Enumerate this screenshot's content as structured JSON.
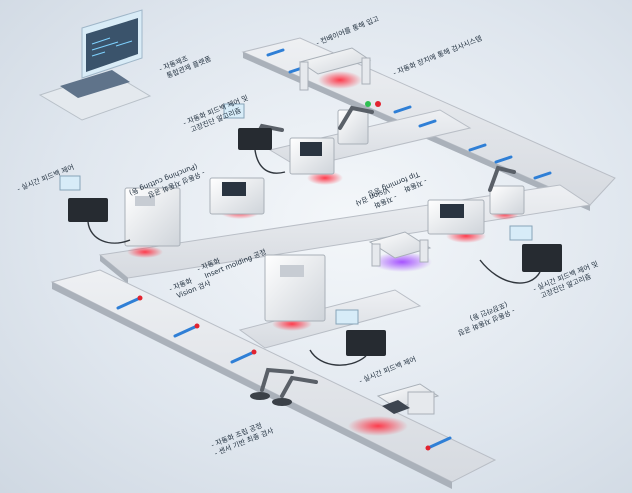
{
  "labels": {
    "central_control": "- 자동제조\n  통합관제 플랫폼",
    "conveyor_loading": "- 컨베이어를 통해 입고",
    "vision_inspect_top": "- 자동화 장치에 통해 검사시스템",
    "vision_control_alg": "- 자동화 피드백 제어 및\n  고장진단 알고리즘",
    "punching": "- 유동성 자동화 공정\n  (Punching cutting 등)",
    "feedback_left": "- 실시간 피드백 제어",
    "tip_forming": "- 자동화\n  Tip forming 공정",
    "vision_mid": "- 자동화\n  Vision 검사",
    "insert_molding": "- 자동화\n  Insert molding 공정",
    "vision_left": "- 자동화\n  Vision 검사",
    "feedback_right": "- 실시간 피드백 제어 및\n  고장진단 알고리즘",
    "flexible_right": "- 유동성 자동화 공정\n  (포장라인 등)",
    "feedback_center": "- 실시간 피드백 제어",
    "robot_assembly": "- 자동화 조립 공정\n- 센서 기반 최종 검사"
  },
  "colors": {
    "belt": "#e3e6ea",
    "belt_edge": "#b9bec6",
    "machine": "#f1f2f4",
    "laser": "#ff2b3a",
    "uv": "#9a4dff"
  }
}
